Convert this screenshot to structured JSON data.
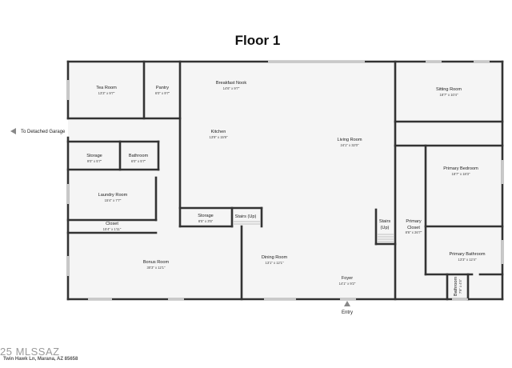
{
  "title": "Floor 1",
  "rooms": [
    {
      "name": "Tea Room",
      "dims": "13'3\" x 9'7\""
    },
    {
      "name": "Pantry",
      "dims": "6'0\" x 9'7\""
    },
    {
      "name": "Breakfast Nook",
      "dims": "14'6\" x 9'7\""
    },
    {
      "name": "Sitting Room",
      "dims": "18'7\" x 10'4\""
    },
    {
      "name": "Kitchen",
      "dims": "13'9\" x 15'9\""
    },
    {
      "name": "Living Room",
      "dims": "24'1\" x 32'0\""
    },
    {
      "name": "Storage",
      "dims": "9'0\" x 5'7\""
    },
    {
      "name": "Bathroom",
      "dims": "6'0\" x 5'7\""
    },
    {
      "name": "Primary Bedroom",
      "dims": "18'7\" x 18'3\""
    },
    {
      "name": "Laundry Room",
      "dims": "15'4\" x 7'7\""
    },
    {
      "name": "Storage",
      "dims": "8'5\" x 3'5\""
    },
    {
      "name": "Stairs (Up)",
      "dims": ""
    },
    {
      "name": "Closet",
      "dims": "15'4\" x 1'11\""
    },
    {
      "name": "Stairs",
      "dims": ""
    },
    {
      "name": "Primary",
      "dims": ""
    },
    {
      "name": "Primary Bathroom",
      "dims": "13'3\" x 12'4\""
    },
    {
      "name": "Bonus Room",
      "dims": "30'3\" x 12'1\""
    },
    {
      "name": "Dining Room",
      "dims": "13'1\" x 12'1\""
    },
    {
      "name": "Foyer",
      "dims": "14'1\" x 9'2\""
    },
    {
      "name": "Bathroom",
      "dims": "7'9\" x 4'5\""
    }
  ],
  "labels": {
    "stairs_up_small": "(Up)",
    "primary_closet_word": "Closet",
    "primary_closet_dims": "8'6\" x 26'7\"",
    "garage": "To Detached Garage",
    "entry": "Entry"
  },
  "footer": {
    "watermark": "25 MLSSAZ",
    "address": "Twin Hawk Ln, Marana, AZ 85658"
  },
  "colors": {
    "wall": "#333333",
    "floor": "#f5f5f5",
    "window": "#c9c9c9"
  }
}
